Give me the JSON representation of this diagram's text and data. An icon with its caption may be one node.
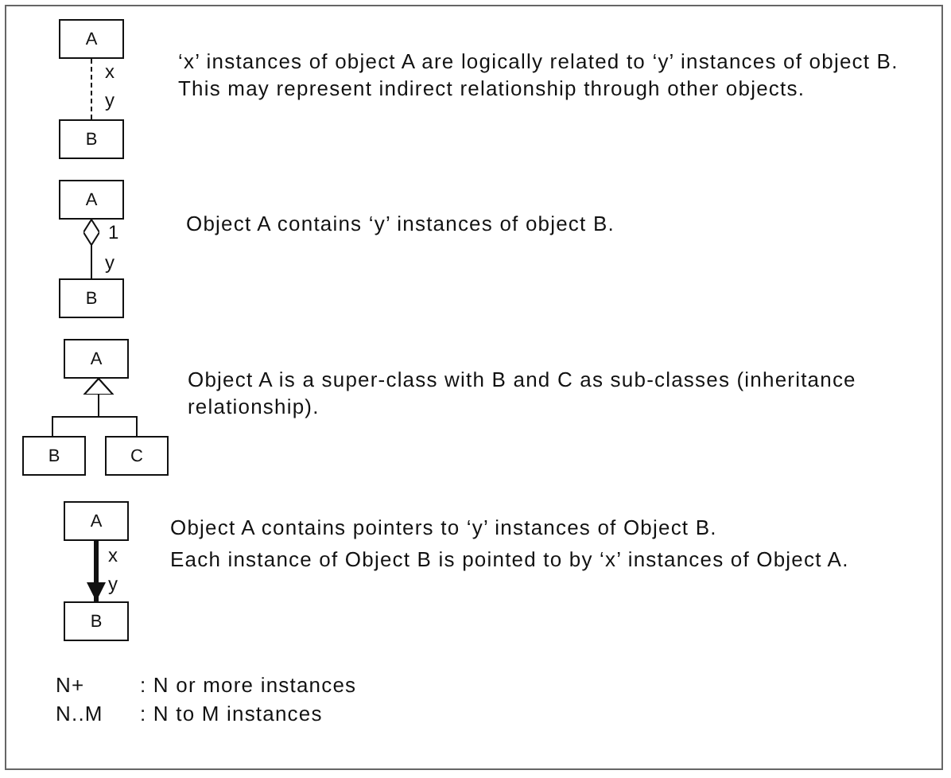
{
  "diagram": {
    "nodes": [
      {
        "text": [
          "A"
        ]
      },
      {
        "text": [
          "B"
        ]
      },
      {
        "text": [
          "A"
        ]
      },
      {
        "text": [
          "B"
        ]
      },
      {
        "text": [
          "A"
        ]
      },
      {
        "text": [
          "B"
        ]
      },
      {
        "text": [
          "C"
        ]
      },
      {
        "text": [
          "A"
        ]
      },
      {
        "text": [
          "B"
        ]
      }
    ],
    "edges": [
      {
        "from": 0,
        "to": 1,
        "arrow": "none",
        "style": "dashed"
      },
      {
        "from": 2,
        "to": 3,
        "arrow": "other"
      },
      {
        "from": 5,
        "to": 4,
        "arrow": "to"
      },
      {
        "from": 6,
        "to": 4,
        "arrow": "to"
      },
      {
        "from": 7,
        "to": 8,
        "arrow": "to",
        "style": "thick"
      }
    ],
    "labels": [
      "x",
      "y",
      "‘x’ instances of object A are logically related to ‘y’ instances of object B. This may represent indirect relationship through other objects.",
      "1",
      "y",
      "Object A contains ‘y’ instances of object B.",
      "Object A is a super-class with B and C as sub-classes (inheritance relationship).",
      "Object A contains pointers to ‘y’ instances of Object B.",
      "x",
      "y",
      "Each instance of Object B is pointed to by ‘x’ instances of Object A.",
      "N+",
      ": N or more instances",
      "N..M",
      ": N to M instances"
    ]
  }
}
